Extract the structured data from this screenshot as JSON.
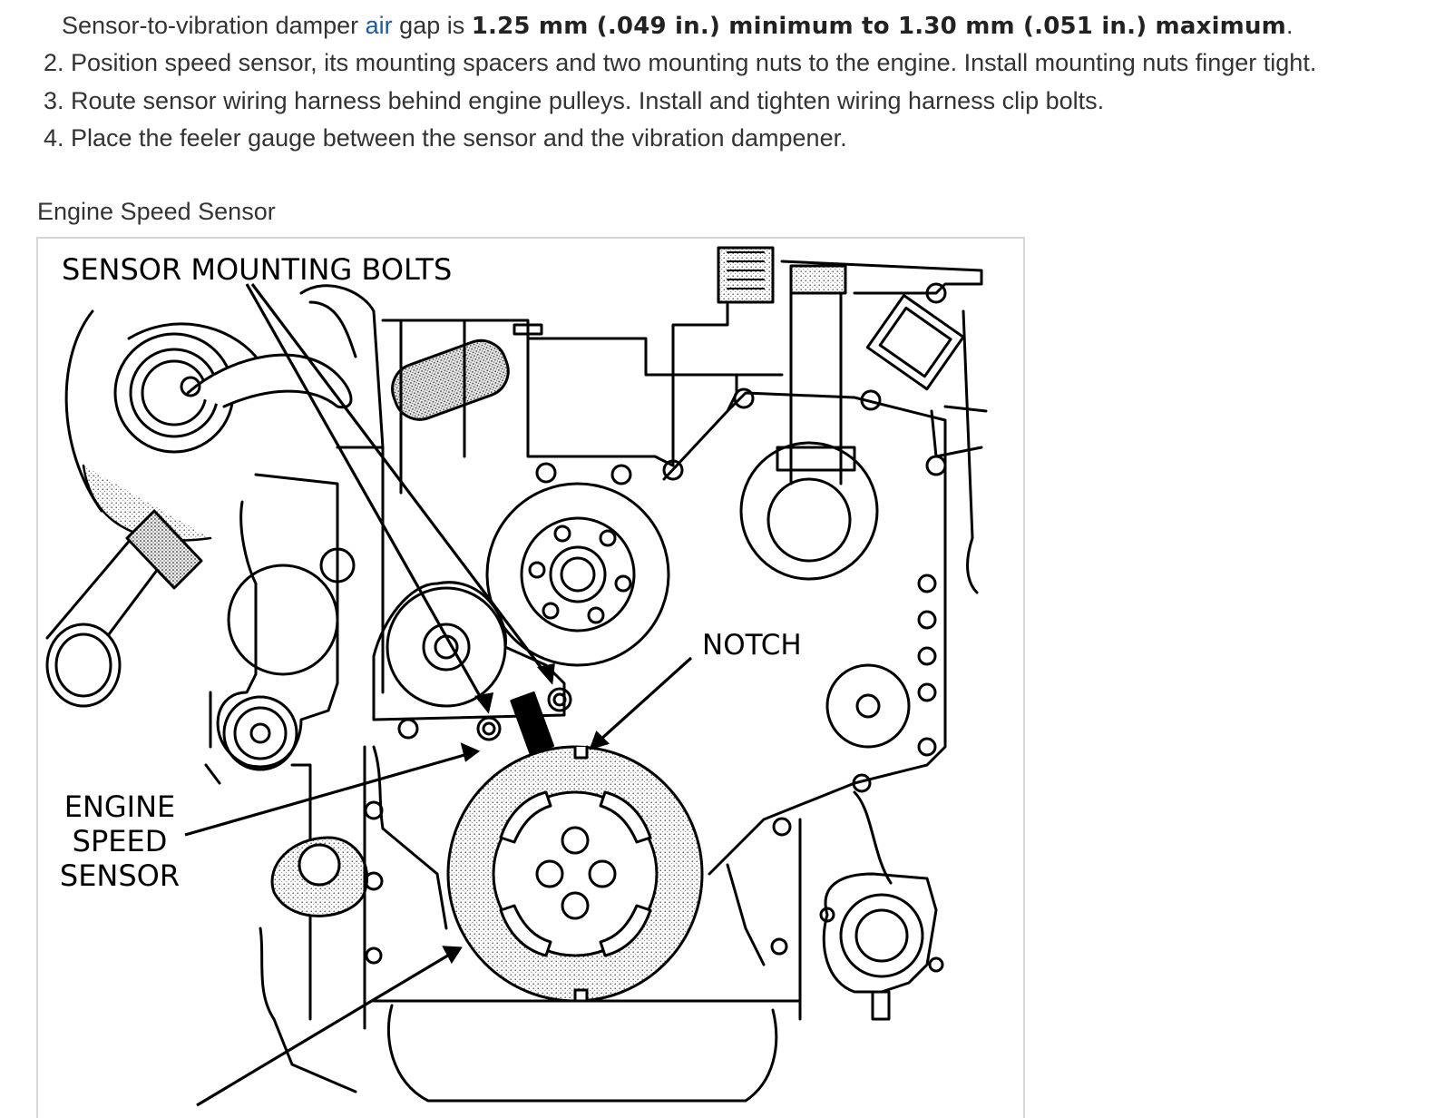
{
  "intro": {
    "prefix": "Sensor-to-vibration damper ",
    "link": "air",
    "middle": " gap is ",
    "bold": "1.25 mm (.049 in.) minimum to 1.30 mm (.051 in.) maximum",
    "suffix": "."
  },
  "steps": [
    "Position speed sensor, its mounting spacers and two mounting nuts to the engine. Install mounting nuts finger tight.",
    "Route sensor wiring harness behind engine pulleys. Install and tighten wiring harness clip bolts.",
    "Place the feeler gauge between the sensor and the vibration dampener."
  ],
  "figure": {
    "caption": "Engine Speed Sensor",
    "labels": {
      "mounting_bolts": "SENSOR MOUNTING BOLTS",
      "notch": "NOTCH",
      "sensor_line1": "ENGINE",
      "sensor_line2": "SPEED",
      "sensor_line3": "SENSOR"
    }
  }
}
